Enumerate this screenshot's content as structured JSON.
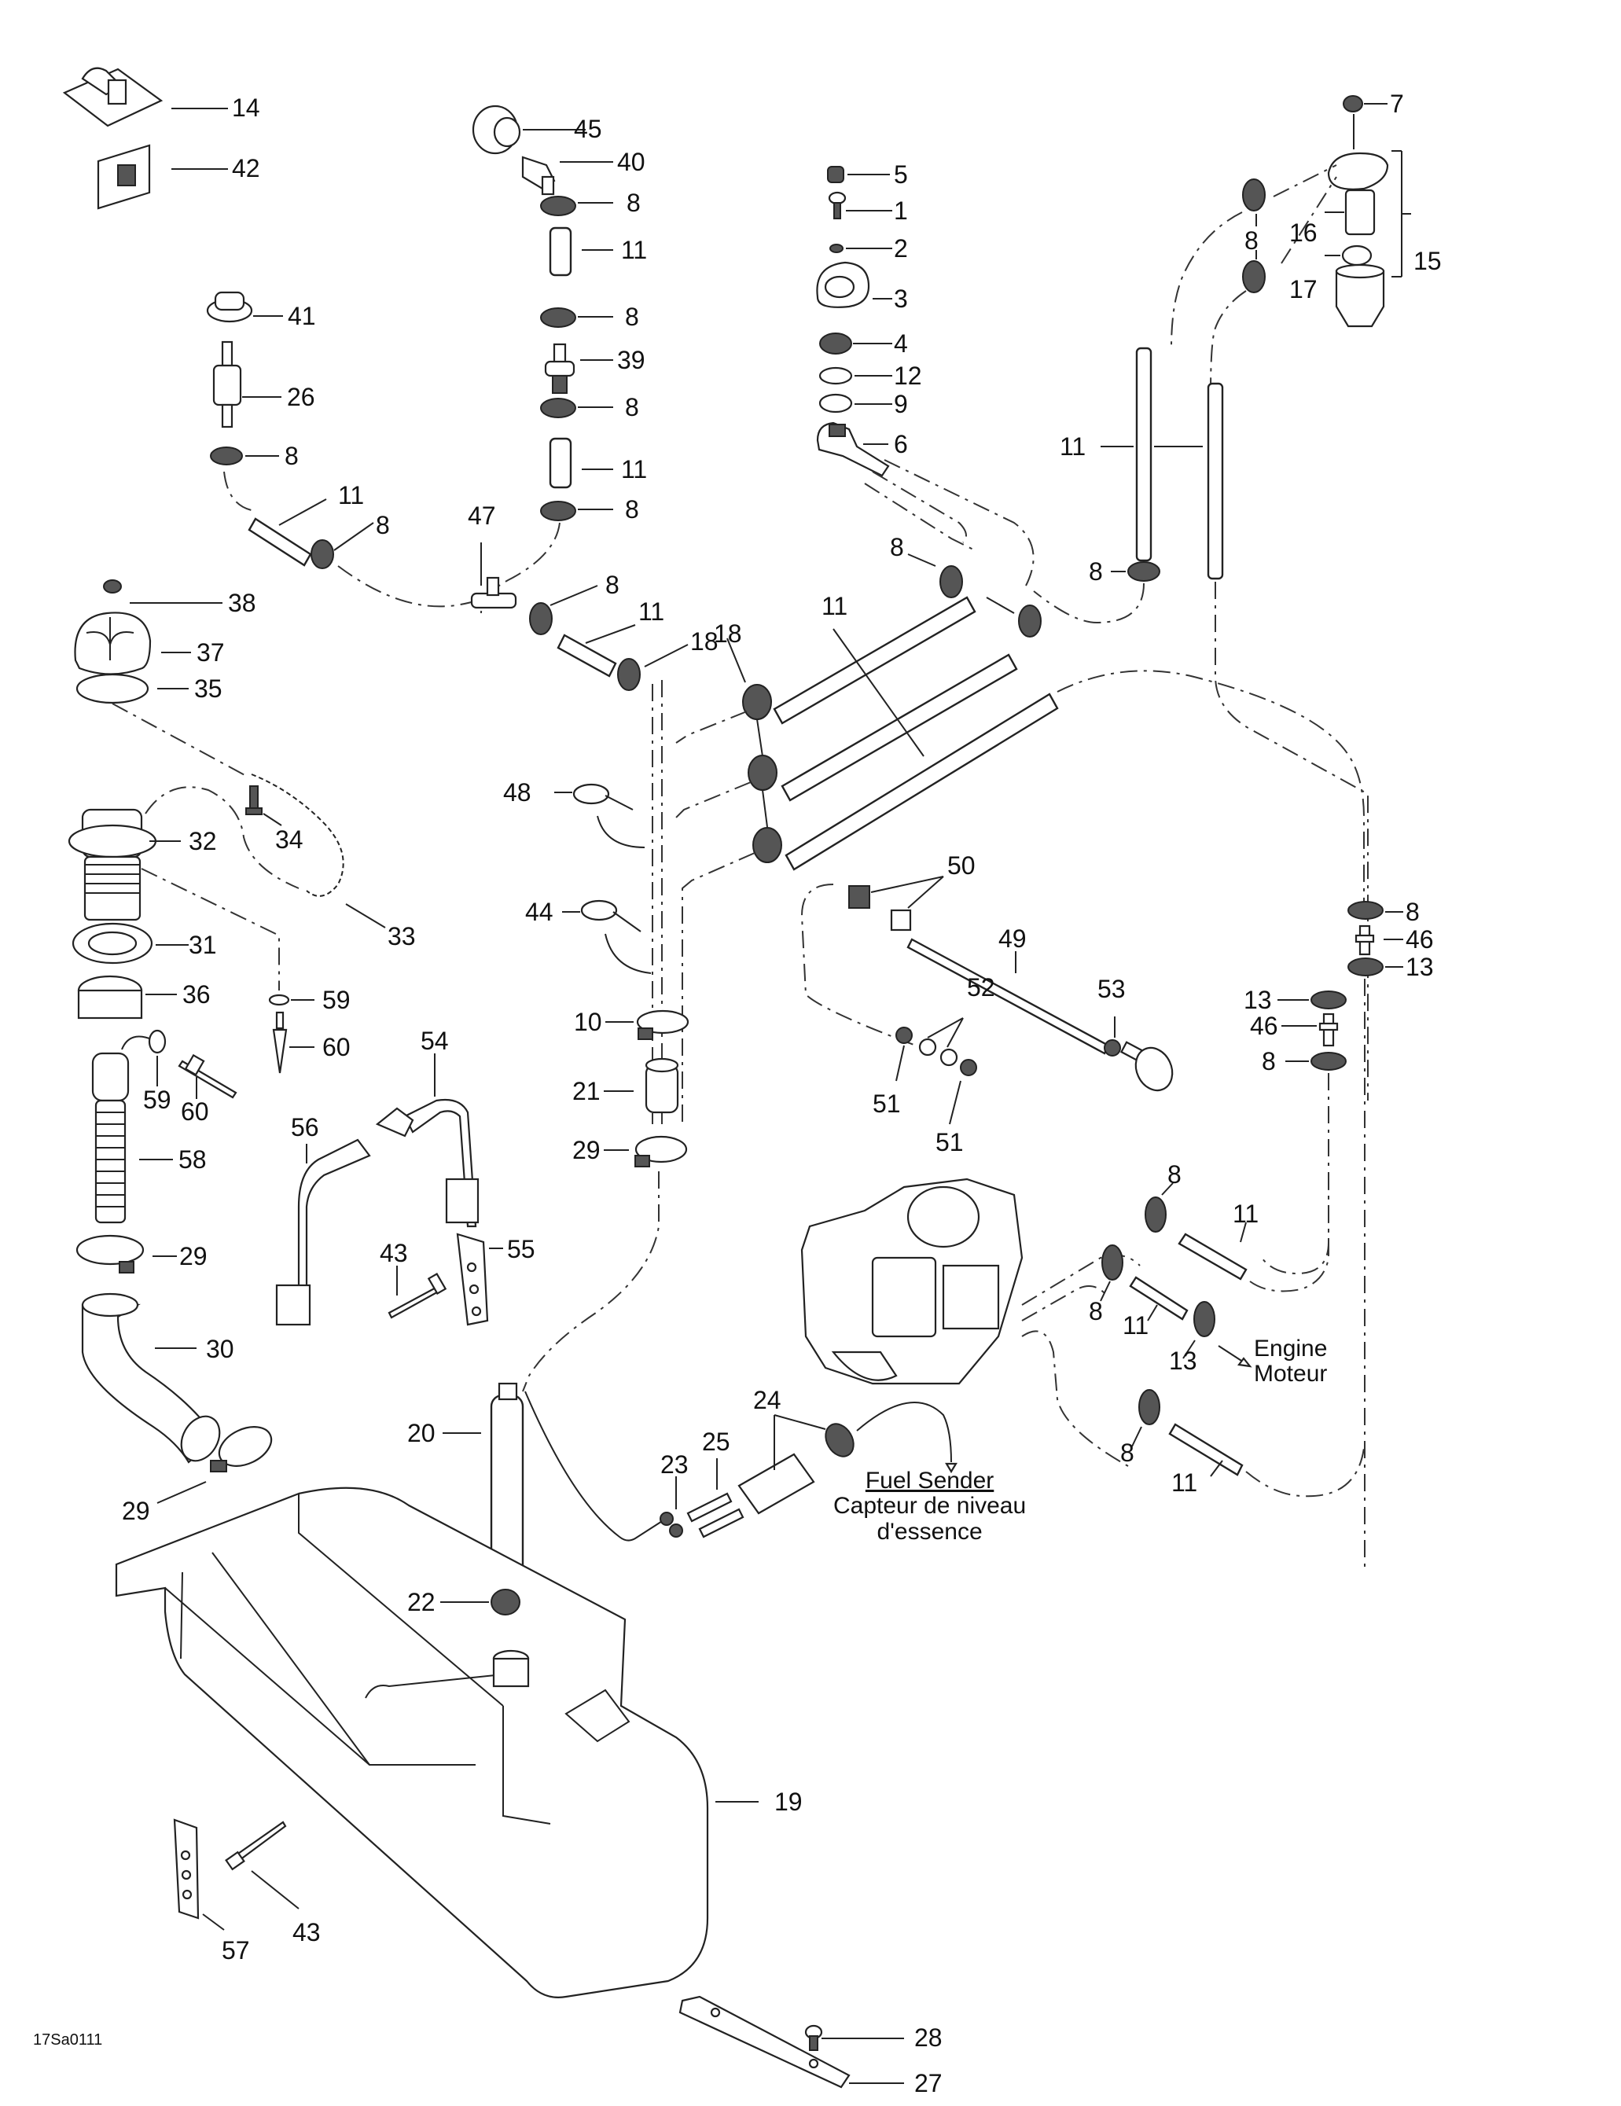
{
  "diagram": {
    "title": "Fuel system exploded parts diagram",
    "figure_code": "17Sa0111",
    "notes": {
      "engine": [
        "Engine",
        "Moteur"
      ],
      "fuel_sender": {
        "title": "Fuel Sender",
        "subtitle_line1": "Capteur de niveau",
        "subtitle_line2": "d'essence"
      }
    },
    "callouts": [
      {
        "id": "c14",
        "text": "14"
      },
      {
        "id": "c42",
        "text": "42"
      },
      {
        "id": "c45",
        "text": "45"
      },
      {
        "id": "c40",
        "text": "40"
      },
      {
        "id": "c8a",
        "text": "8"
      },
      {
        "id": "c11a",
        "text": "11"
      },
      {
        "id": "c8b",
        "text": "8"
      },
      {
        "id": "c39",
        "text": "39"
      },
      {
        "id": "c8c",
        "text": "8"
      },
      {
        "id": "c11b",
        "text": "11"
      },
      {
        "id": "c8d",
        "text": "8"
      },
      {
        "id": "c41",
        "text": "41"
      },
      {
        "id": "c26",
        "text": "26"
      },
      {
        "id": "c8e",
        "text": "8"
      },
      {
        "id": "c11c",
        "text": "11"
      },
      {
        "id": "c8f",
        "text": "8"
      },
      {
        "id": "c47",
        "text": "47"
      },
      {
        "id": "c8g",
        "text": "8"
      },
      {
        "id": "c11d",
        "text": "11"
      },
      {
        "id": "c18a",
        "text": "18"
      },
      {
        "id": "c5",
        "text": "5"
      },
      {
        "id": "c1",
        "text": "1"
      },
      {
        "id": "c2",
        "text": "2"
      },
      {
        "id": "c3",
        "text": "3"
      },
      {
        "id": "c4",
        "text": "4"
      },
      {
        "id": "c12",
        "text": "12"
      },
      {
        "id": "c9",
        "text": "9"
      },
      {
        "id": "c6",
        "text": "6"
      },
      {
        "id": "c8h",
        "text": "8"
      },
      {
        "id": "c11e",
        "text": "11"
      },
      {
        "id": "c18b",
        "text": "18"
      },
      {
        "id": "c7",
        "text": "7"
      },
      {
        "id": "c8i",
        "text": "8"
      },
      {
        "id": "c16",
        "text": "16"
      },
      {
        "id": "c15",
        "text": "15"
      },
      {
        "id": "c17",
        "text": "17"
      },
      {
        "id": "c11f",
        "text": "11"
      },
      {
        "id": "c8j",
        "text": "8"
      },
      {
        "id": "c38",
        "text": "38"
      },
      {
        "id": "c37",
        "text": "37"
      },
      {
        "id": "c35",
        "text": "35"
      },
      {
        "id": "c34",
        "text": "34"
      },
      {
        "id": "c32",
        "text": "32"
      },
      {
        "id": "c33",
        "text": "33"
      },
      {
        "id": "c31",
        "text": "31"
      },
      {
        "id": "c36",
        "text": "36"
      },
      {
        "id": "c59a",
        "text": "59"
      },
      {
        "id": "c60a",
        "text": "60"
      },
      {
        "id": "c59b",
        "text": "59"
      },
      {
        "id": "c60b",
        "text": "60"
      },
      {
        "id": "c58",
        "text": "58"
      },
      {
        "id": "c29a",
        "text": "29"
      },
      {
        "id": "c30",
        "text": "30"
      },
      {
        "id": "c29b",
        "text": "29"
      },
      {
        "id": "c48",
        "text": "48"
      },
      {
        "id": "c44",
        "text": "44"
      },
      {
        "id": "c10",
        "text": "10"
      },
      {
        "id": "c21",
        "text": "21"
      },
      {
        "id": "c29c",
        "text": "29"
      },
      {
        "id": "c54",
        "text": "54"
      },
      {
        "id": "c56",
        "text": "56"
      },
      {
        "id": "c55",
        "text": "55"
      },
      {
        "id": "c43a",
        "text": "43"
      },
      {
        "id": "c50",
        "text": "50"
      },
      {
        "id": "c49",
        "text": "49"
      },
      {
        "id": "c53",
        "text": "53"
      },
      {
        "id": "c52",
        "text": "52"
      },
      {
        "id": "c51a",
        "text": "51"
      },
      {
        "id": "c51b",
        "text": "51"
      },
      {
        "id": "c8k",
        "text": "8"
      },
      {
        "id": "c46a",
        "text": "46"
      },
      {
        "id": "c13a",
        "text": "13"
      },
      {
        "id": "c13b",
        "text": "13"
      },
      {
        "id": "c46b",
        "text": "46"
      },
      {
        "id": "c8l",
        "text": "8"
      },
      {
        "id": "c8m",
        "text": "8"
      },
      {
        "id": "c11g",
        "text": "11"
      },
      {
        "id": "c8n",
        "text": "8"
      },
      {
        "id": "c11h",
        "text": "11"
      },
      {
        "id": "c13c",
        "text": "13"
      },
      {
        "id": "c8o",
        "text": "8"
      },
      {
        "id": "c11i",
        "text": "11"
      },
      {
        "id": "c20",
        "text": "20"
      },
      {
        "id": "c24",
        "text": "24"
      },
      {
        "id": "c25",
        "text": "25"
      },
      {
        "id": "c23",
        "text": "23"
      },
      {
        "id": "c22",
        "text": "22"
      },
      {
        "id": "c19",
        "text": "19"
      },
      {
        "id": "c57",
        "text": "57"
      },
      {
        "id": "c43b",
        "text": "43"
      },
      {
        "id": "c28",
        "text": "28"
      },
      {
        "id": "c27",
        "text": "27"
      }
    ]
  }
}
